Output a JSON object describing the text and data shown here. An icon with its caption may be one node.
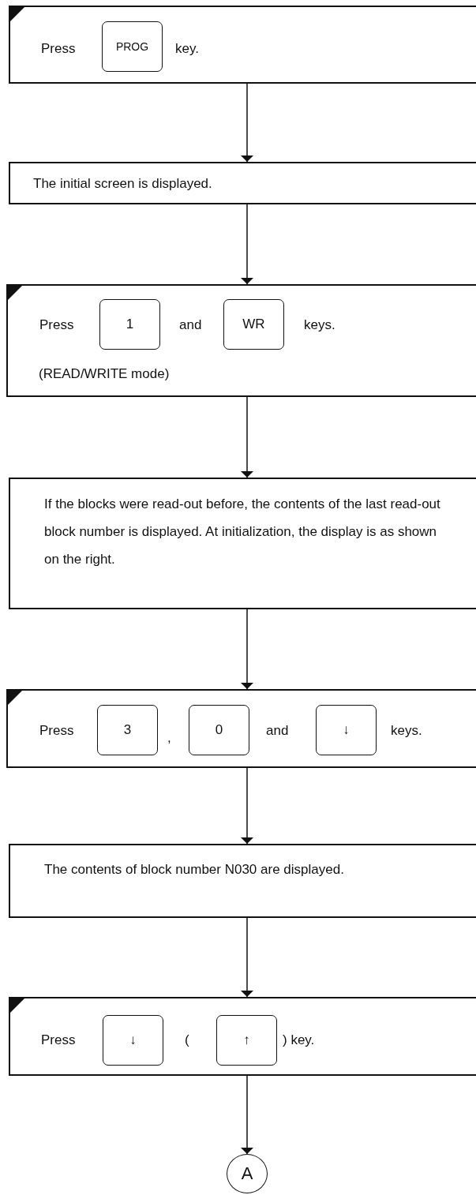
{
  "diagram": {
    "nodes": [
      {
        "text": [
          "Press",
          "key."
        ]
      },
      {
        "text": [
          "PROG"
        ],
        "in": 0
      },
      {
        "text": [
          "The initial screen is displayed."
        ]
      },
      {
        "text": [
          "Press",
          "and",
          "keys.",
          "(READ/WRITE mode)"
        ]
      },
      {
        "text": [
          "1"
        ],
        "in": 3
      },
      {
        "text": [
          "WR"
        ],
        "in": 3
      },
      {
        "text": [
          "If the blocks were read-out before, the contents of the last read-out block number is displayed. At initialization, the display is as shown on the right."
        ]
      },
      {
        "text": [
          "Press",
          ",",
          "and",
          "keys."
        ]
      },
      {
        "text": [
          "3"
        ],
        "in": 7
      },
      {
        "text": [
          "0"
        ],
        "in": 7
      },
      {
        "text": [
          "↓"
        ],
        "in": 7
      },
      {
        "text": [
          "The contents of block number N030 are displayed."
        ]
      },
      {
        "text": [
          "Press",
          "(",
          ") key."
        ]
      },
      {
        "text": [
          "↓"
        ],
        "in": 12
      },
      {
        "text": [
          "↑"
        ],
        "in": 12
      },
      {
        "text": [
          "A"
        ]
      }
    ],
    "edges": [
      {
        "from": 0,
        "to": 2,
        "arrow": "to"
      },
      {
        "from": 2,
        "to": 3,
        "arrow": "to"
      },
      {
        "from": 3,
        "to": 6,
        "arrow": "to"
      },
      {
        "from": 6,
        "to": 7,
        "arrow": "to"
      },
      {
        "from": 7,
        "to": 11,
        "arrow": "to"
      },
      {
        "from": 11,
        "to": 12,
        "arrow": "to"
      },
      {
        "from": 12,
        "to": 15,
        "arrow": "to"
      }
    ]
  }
}
